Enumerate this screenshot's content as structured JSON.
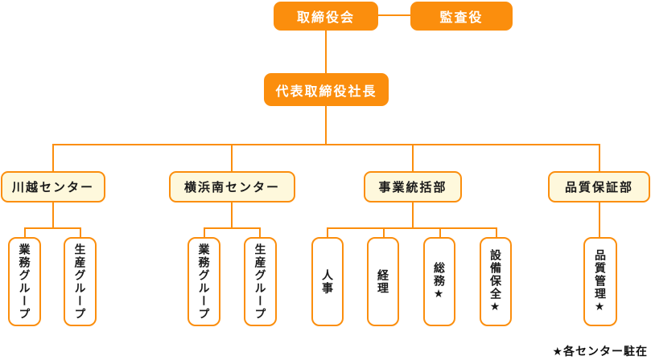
{
  "colors": {
    "orange": "#FB8E0D",
    "pale_yellow": "#FEF8DC"
  },
  "nodes": {
    "board": "取締役会",
    "auditor": "監査役",
    "president": "代表取締役社長"
  },
  "branches": [
    {
      "label": "川越センター",
      "children": [
        "業務グループ",
        "生産グループ"
      ]
    },
    {
      "label": "横浜南センター",
      "children": [
        "業務グループ",
        "生産グループ"
      ]
    },
    {
      "label": "事業統括部",
      "children": [
        "人事",
        "経理",
        "総務★",
        "設備保全★"
      ]
    },
    {
      "label": "品質保証部",
      "children": [
        "品質管理★"
      ]
    }
  ],
  "footnote": "★各センター駐在"
}
